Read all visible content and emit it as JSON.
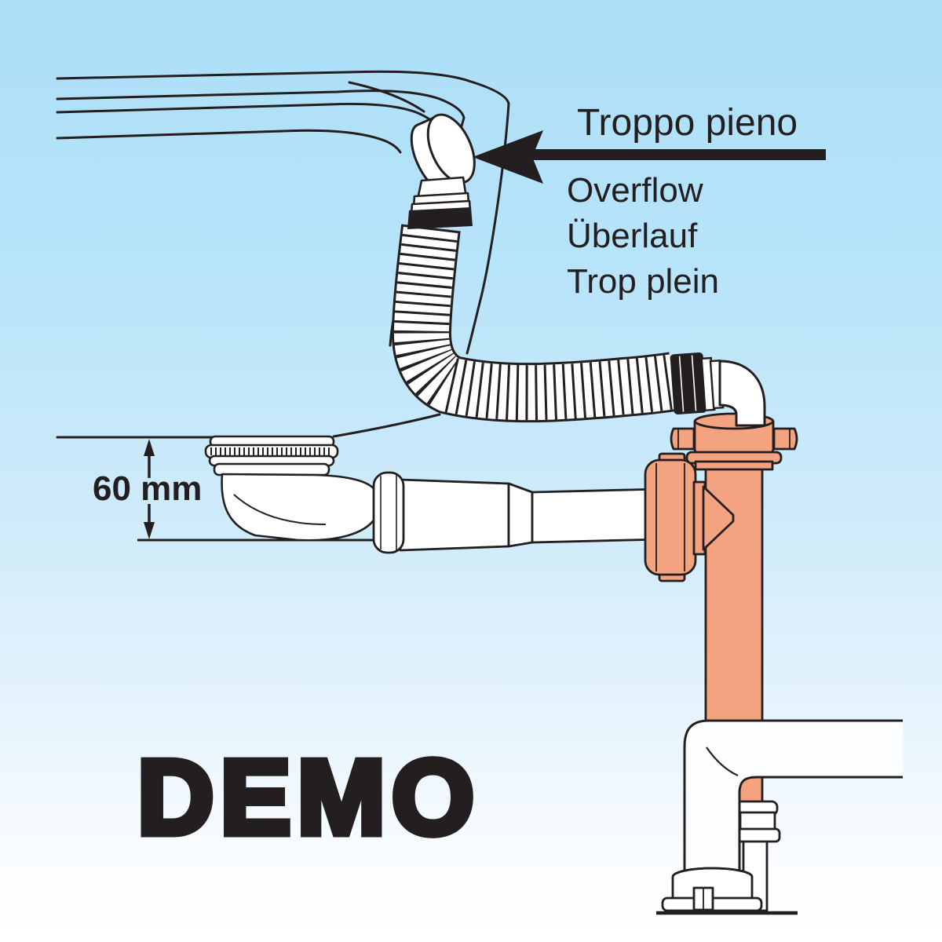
{
  "scene": {
    "callout": {
      "title": "Troppo pieno",
      "translations": [
        "Overflow",
        "Überlauf",
        "Trop plein"
      ]
    },
    "dimension": {
      "label": "60 mm"
    },
    "watermark": "DEMO",
    "colors": {
      "background_top": "#abdff8",
      "background_bottom": "#ffffff",
      "line": "#231f20",
      "pipe_orange": "#f4a381",
      "demo_orange": "#f5821f",
      "pipe_white": "#ffffff",
      "label_text": "#231f20"
    }
  }
}
